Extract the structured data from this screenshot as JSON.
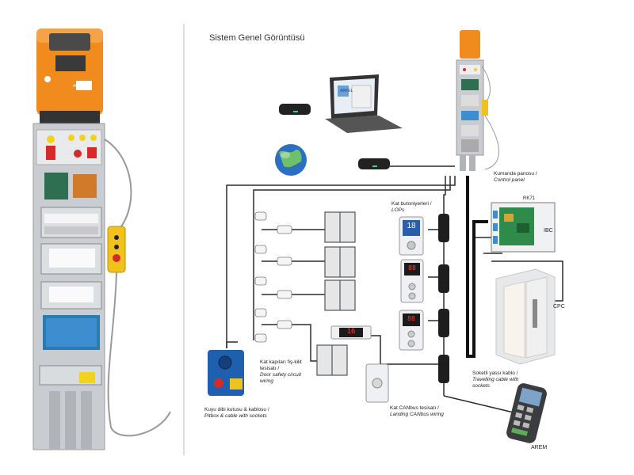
{
  "title": "Sistem Genel Görüntüsü",
  "labels": {
    "control_panel": {
      "tr": "Kumanda panosu /",
      "en": "Control panel"
    },
    "lops": {
      "tr": "Kat butoniyerleri /",
      "en": "LOPs"
    },
    "door_safety": {
      "tr1": "Kat kapıları fiş-kilit",
      "tr2": "tesisatı /",
      "en1": "Door safety circuit",
      "en2": "wiring"
    },
    "pitbox": {
      "tr": "Kuyu dibi kutusu & kablosu /",
      "en": "Pitbox & cable with sockets"
    },
    "landing_canbus": {
      "tr": "Kat CANbus tesisatı /",
      "en": "Landing CANbus wiring"
    },
    "travelling_cable": {
      "tr": "Soketli yassı kablo /",
      "en1": "Travelling cable with",
      "en2": "sockets"
    },
    "rk71": "RK71",
    "ibc": "IBC",
    "cpc": "CPC",
    "arem": "AREM"
  },
  "displays": {
    "lop_blue": "18",
    "floor_indicator": "16",
    "lop_red1": "88",
    "lop_red2": "88"
  },
  "brand": "ARKEL",
  "colors": {
    "orange": "#f28b1e",
    "cabinet_grey": "#c9cdd2",
    "wire": "#2b2b2b",
    "travelling_cable": "#111111",
    "pitbox_blue": "#1f5fb0",
    "globe_blue": "#2a6fc0"
  }
}
